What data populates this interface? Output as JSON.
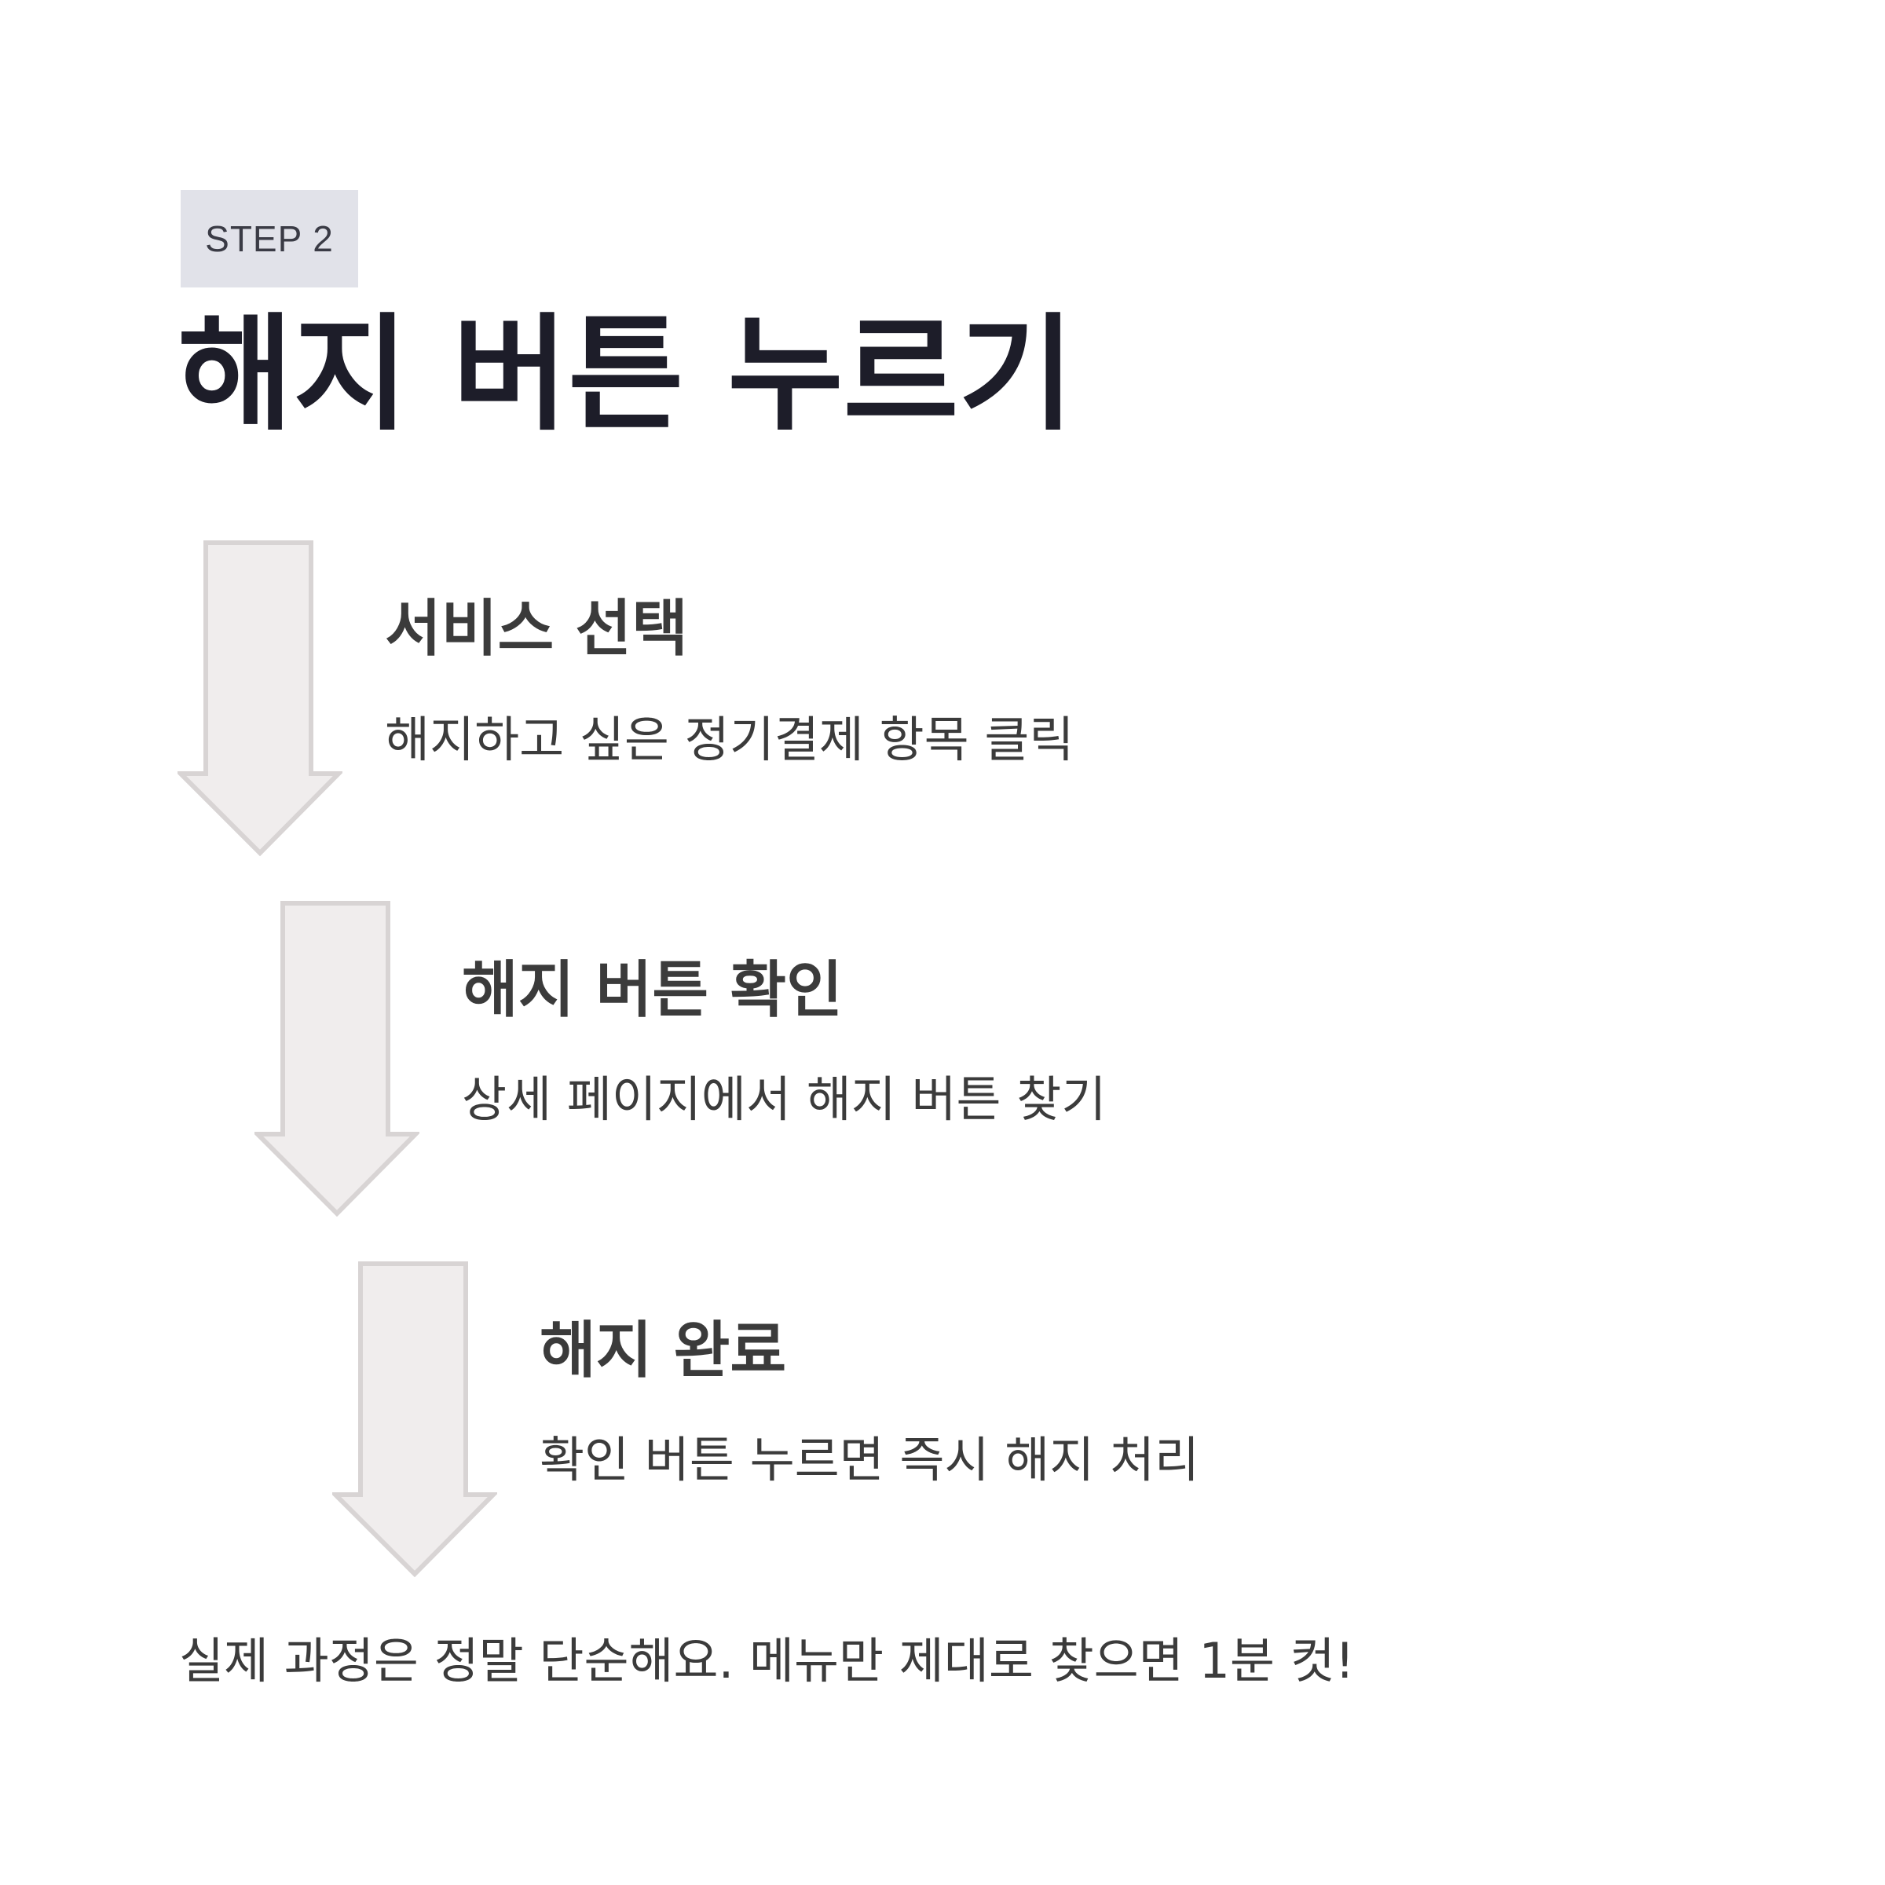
{
  "badge": {
    "label": "STEP 2"
  },
  "title": "해지 버튼 누르기",
  "steps": [
    {
      "title": "서비스 선택",
      "description": "해지하고 싶은 정기결제 항목 클릭"
    },
    {
      "title": "해지 버튼 확인",
      "description": "상세 페이지에서 해지 버튼 찾기"
    },
    {
      "title": "해지 완료",
      "description": "확인 버튼 누르면 즉시 해지 처리"
    }
  ],
  "footer": "실제 과정은 정말 단순해요. 메뉴만 제대로 찾으면 1분 컷!",
  "colors": {
    "badge_bg": "#e1e2e9",
    "title_text": "#1d1d29",
    "body_text": "#3b3b3b",
    "arrow_fill": "#f0eded",
    "arrow_stroke": "#d8d4d4"
  }
}
